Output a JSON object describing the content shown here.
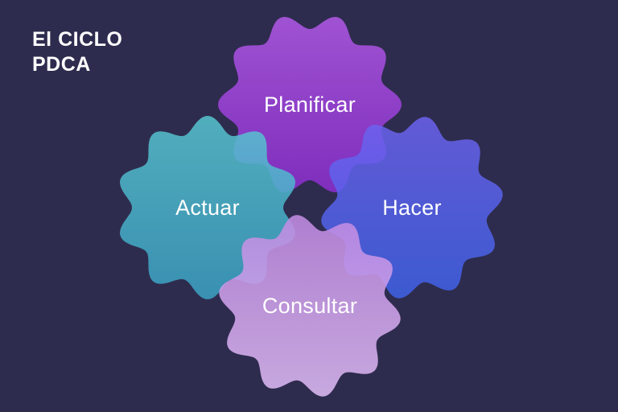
{
  "title": {
    "line1": "El CICLO",
    "line2": "PDCA"
  },
  "diagram": {
    "type": "pdca-cycle",
    "background": "#2e2c4e",
    "text_color": "#ffffff",
    "nodes": [
      {
        "id": "planificar",
        "label": "Planificar",
        "position": "top",
        "color_top": "#b259e8",
        "color_bottom": "#8c2ecf"
      },
      {
        "id": "actuar",
        "label": "Actuar",
        "position": "left",
        "color_top": "#58c7d2",
        "color_bottom": "#3ba3c5"
      },
      {
        "id": "hacer",
        "label": "Hacer",
        "position": "right",
        "color_top": "#6d63f0",
        "color_bottom": "#3f63ea"
      },
      {
        "id": "consultar",
        "label": "Consultar",
        "position": "bottom",
        "color_top": "#c18ae2",
        "color_bottom": "#ddbaf3"
      }
    ]
  }
}
